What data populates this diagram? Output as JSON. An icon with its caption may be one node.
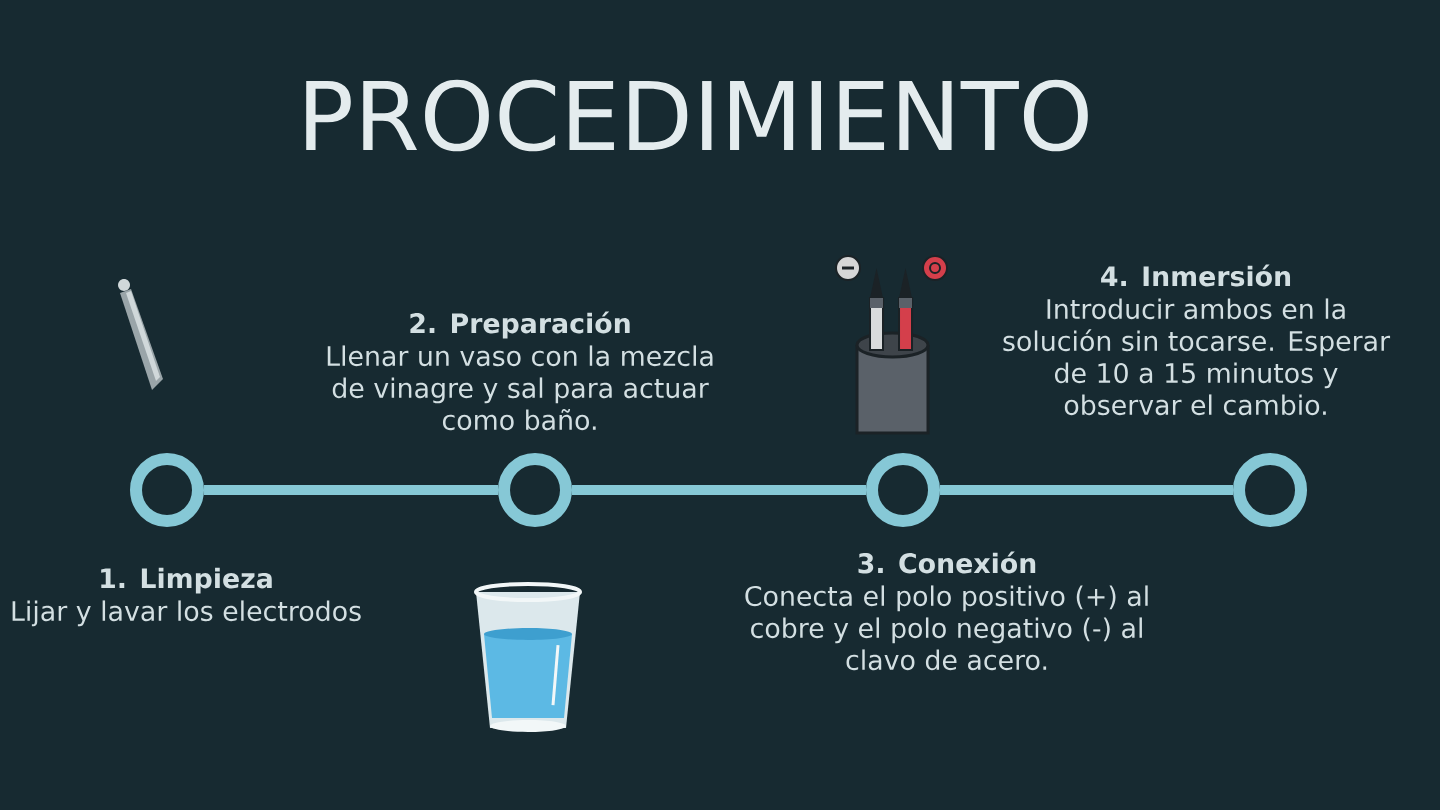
{
  "diagram": {
    "title": "PROCEDIMIENTO",
    "nodes": [
      {
        "text": [],
        "shape": "circle",
        "beside": [
          "1. Limpieza",
          "Lijar y lavar los electrodos"
        ]
      },
      {
        "text": [],
        "shape": "circle",
        "beside": [
          "2. Preparación",
          "Llenar un vaso con la mezcla de vinagre y sal para actuar como baño."
        ]
      },
      {
        "text": [],
        "shape": "circle",
        "beside": [
          "3. Conexión",
          "Conecta el polo positivo (+) al cobre y el polo negativo (-) al clavo de acero."
        ]
      },
      {
        "text": [],
        "shape": "circle",
        "beside": [
          "4. Inmersión",
          "Introducir ambos en la solución sin tocarse. Esperar de 10 a 15 minutos y observar el cambio."
        ]
      }
    ],
    "edges": [
      {
        "from": 0,
        "to": 1,
        "arrow": "none"
      },
      {
        "from": 1,
        "to": 2,
        "arrow": "none"
      },
      {
        "from": 2,
        "to": 3,
        "arrow": "none"
      }
    ]
  }
}
